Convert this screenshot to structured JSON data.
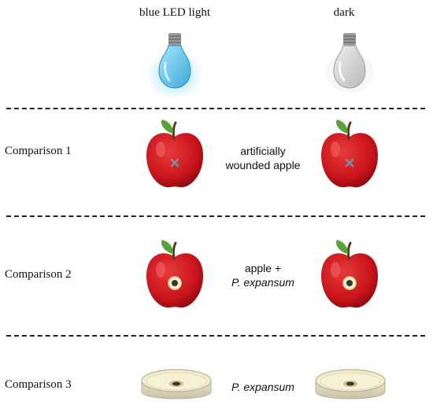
{
  "columns": {
    "left_header": "blue LED light",
    "right_header": "dark"
  },
  "rows": [
    {
      "label": "Comparison 1",
      "center_lines": [
        "artificially",
        "wounded apple"
      ],
      "center_italic": [
        false,
        false
      ]
    },
    {
      "label": "Comparison 2",
      "center_lines": [
        "apple +",
        "P. expansum"
      ],
      "center_italic": [
        false,
        true
      ]
    },
    {
      "label": "Comparison 3",
      "center_lines": [
        "P. expansum"
      ],
      "center_italic": [
        true
      ]
    }
  ],
  "colors": {
    "blue_bulb": "#5bc0e8",
    "blue_glow": "#8fdcf7",
    "grey_bulb": "#cfcfcf",
    "apple_red": "#c8141b",
    "leaf_green": "#5aa23c",
    "petri_agar": "#f3ecc9",
    "wound_mark": "#7f8fa0"
  },
  "icons": {
    "light_on": "lightbulb-on-icon",
    "light_off": "lightbulb-off-icon",
    "wounded_apple": "wounded-apple-icon",
    "infected_apple": "infected-apple-icon",
    "petri_dish": "petri-dish-icon"
  }
}
